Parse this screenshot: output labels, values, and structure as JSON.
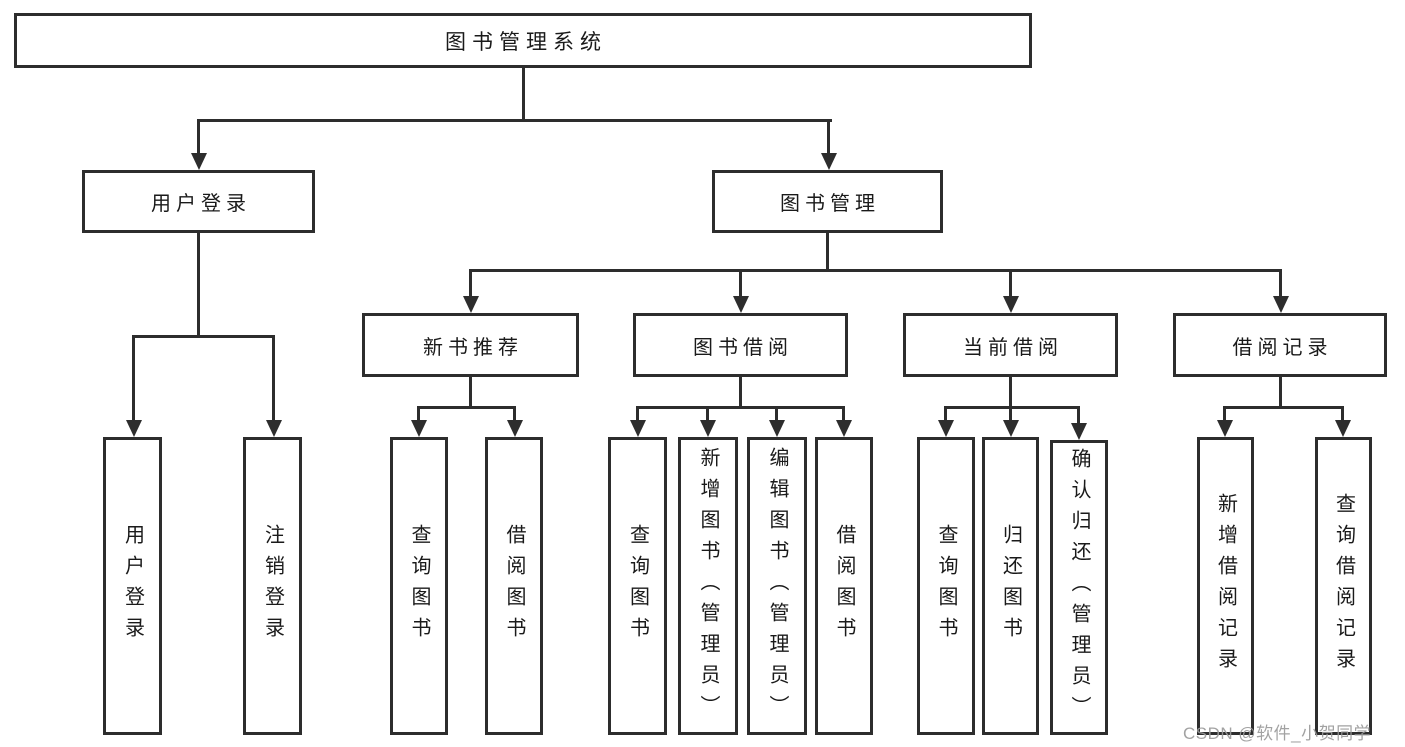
{
  "diagram_title": "图书管理系统",
  "nodes": {
    "root": "图书管理系统",
    "user_login": "用户登录",
    "book_management": "图书管理",
    "new_book_recommend": "新书推荐",
    "book_borrowing": "图书借阅",
    "current_borrowing": "当前借阅",
    "borrowing_records": "借阅记录",
    "leaf_user_login": "用户登录",
    "leaf_logout": "注销登录",
    "leaf_query_books_1": "查询图书",
    "leaf_borrow_books_1": "借阅图书",
    "leaf_query_books_2": "查询图书",
    "leaf_add_books_admin": "新增图书（管理员）",
    "leaf_edit_books_admin": "编辑图书（管理员）",
    "leaf_borrow_books_2": "借阅图书",
    "leaf_query_books_3": "查询图书",
    "leaf_return_books": "归还图书",
    "leaf_confirm_return_admin": "确认归还（管理员）",
    "leaf_add_borrow_record": "新增借阅记录",
    "leaf_query_borrow_record": "查询借阅记录"
  },
  "watermark": {
    "text": "CSDN @软件_小贺同学"
  },
  "colors": {
    "line": "#2d2d2d",
    "text": "#1a1a1a",
    "background": "#ffffff",
    "watermark": "#9b9b9b"
  }
}
